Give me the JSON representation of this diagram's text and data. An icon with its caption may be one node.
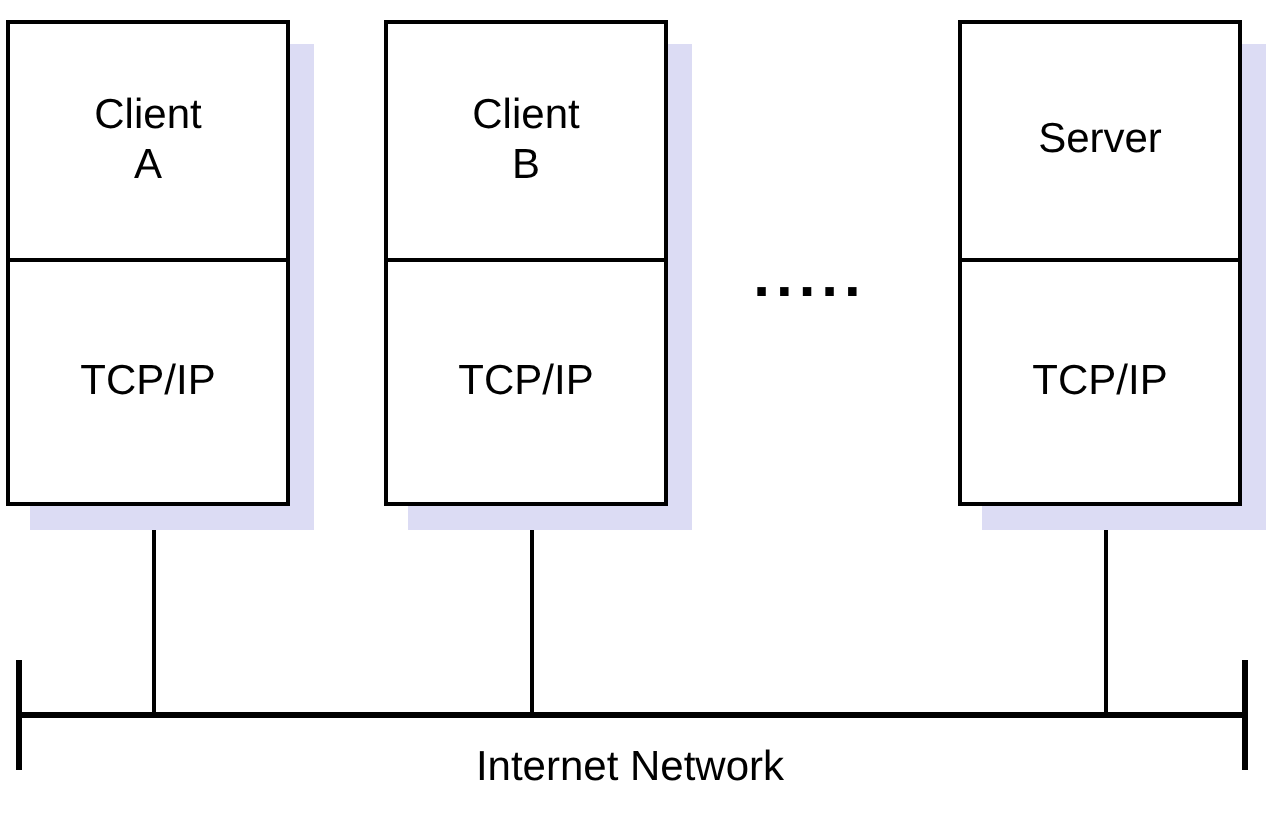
{
  "diagram": {
    "nodes": [
      {
        "text": [
          "Client A"
        ]
      },
      {
        "text": [
          "TCP/IP"
        ]
      },
      {
        "text": [
          "Client B"
        ]
      },
      {
        "text": [
          "TCP/IP"
        ]
      },
      {
        "text": [
          "Server"
        ]
      },
      {
        "text": [
          "TCP/IP"
        ]
      },
      {
        "text": [],
        "shape": "bar",
        "beside": [
          "Internet Network"
        ]
      }
    ],
    "edges": [
      {
        "from": 1,
        "to": 6,
        "arrow": "none"
      },
      {
        "from": 3,
        "to": 6,
        "arrow": "none"
      },
      {
        "from": 5,
        "to": 6,
        "arrow": "none"
      }
    ],
    "labels": [
      "....."
    ]
  }
}
